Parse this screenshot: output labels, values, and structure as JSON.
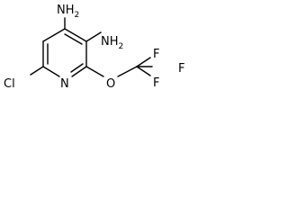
{
  "molecule": {
    "atoms": {
      "nh2_top": {
        "symbol": "NH",
        "sub": "2"
      },
      "nh2_right": {
        "symbol": "NH",
        "sub": "2"
      },
      "cl": {
        "symbol": "Cl"
      },
      "n_ring": {
        "symbol": "N"
      },
      "o": {
        "symbol": "O"
      },
      "f1": {
        "symbol": "F"
      },
      "f2": {
        "symbol": "F"
      },
      "f3": {
        "symbol": "F"
      }
    },
    "colors": {
      "bond": "#000000",
      "text": "#000000",
      "background": "#ffffff"
    }
  }
}
